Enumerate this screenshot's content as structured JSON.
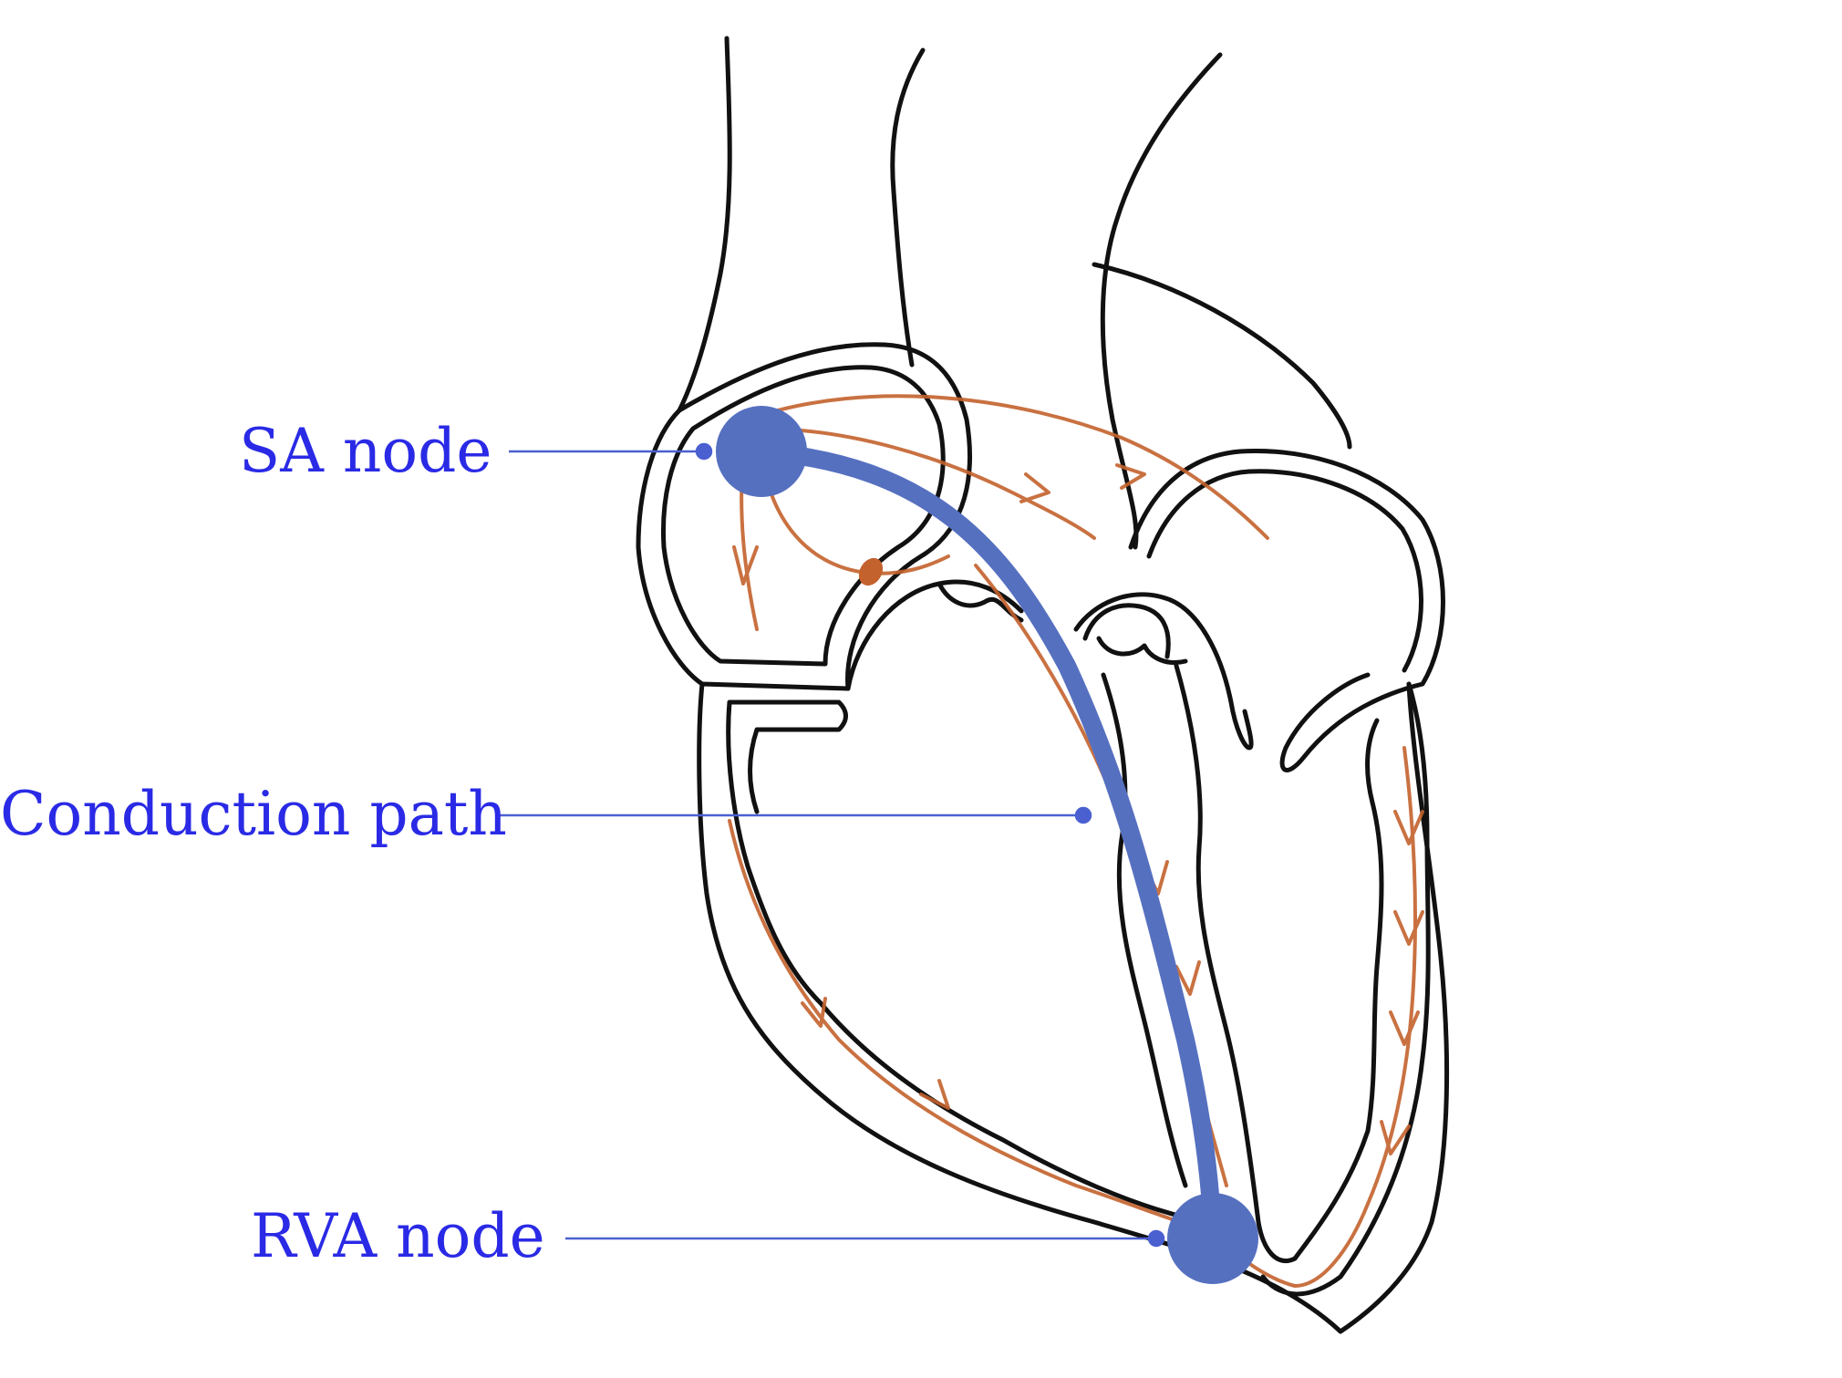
{
  "labels": {
    "sa_node": "SA node",
    "conduction_path": "Conduction path",
    "rva_node": "RVA node"
  },
  "colors": {
    "outline": "#111111",
    "conduction_signal": "#c4622d",
    "path_and_nodes": "#5670c0",
    "label_text": "#2a2ae6",
    "leader_line": "#4a60d0"
  },
  "icons": {
    "heart": "heart-outline-drawing"
  }
}
